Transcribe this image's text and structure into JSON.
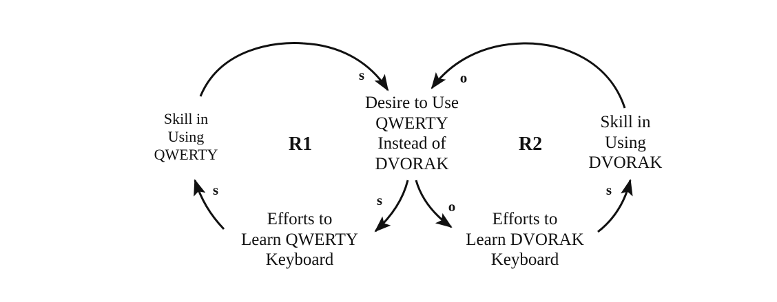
{
  "diagram": {
    "type": "causal-loop-diagram",
    "nodes": {
      "skill_qwerty": {
        "lines": [
          "Skill in",
          "Using",
          "QWERTY"
        ]
      },
      "desire": {
        "lines": [
          "Desire to Use",
          "QWERTY",
          "Instead of",
          "DVORAK"
        ]
      },
      "skill_dvorak": {
        "lines": [
          "Skill in",
          "Using",
          "DVORAK"
        ]
      },
      "efforts_qwerty": {
        "lines": [
          "Efforts to",
          "Learn QWERTY",
          "Keyboard"
        ]
      },
      "efforts_dvorak": {
        "lines": [
          "Efforts to",
          "Learn DVORAK",
          "Keyboard"
        ]
      }
    },
    "loops": {
      "r1": "R1",
      "r2": "R2"
    },
    "links": [
      {
        "from": "skill_qwerty",
        "to": "desire",
        "polarity": "s"
      },
      {
        "from": "skill_dvorak",
        "to": "desire",
        "polarity": "o"
      },
      {
        "from": "desire",
        "to": "efforts_qwerty",
        "polarity": "s"
      },
      {
        "from": "desire",
        "to": "efforts_dvorak",
        "polarity": "o"
      },
      {
        "from": "efforts_qwerty",
        "to": "skill_qwerty",
        "polarity": "s"
      },
      {
        "from": "efforts_dvorak",
        "to": "skill_dvorak",
        "polarity": "s"
      }
    ],
    "colors": {
      "ink": "#111111",
      "background": "#ffffff"
    }
  }
}
